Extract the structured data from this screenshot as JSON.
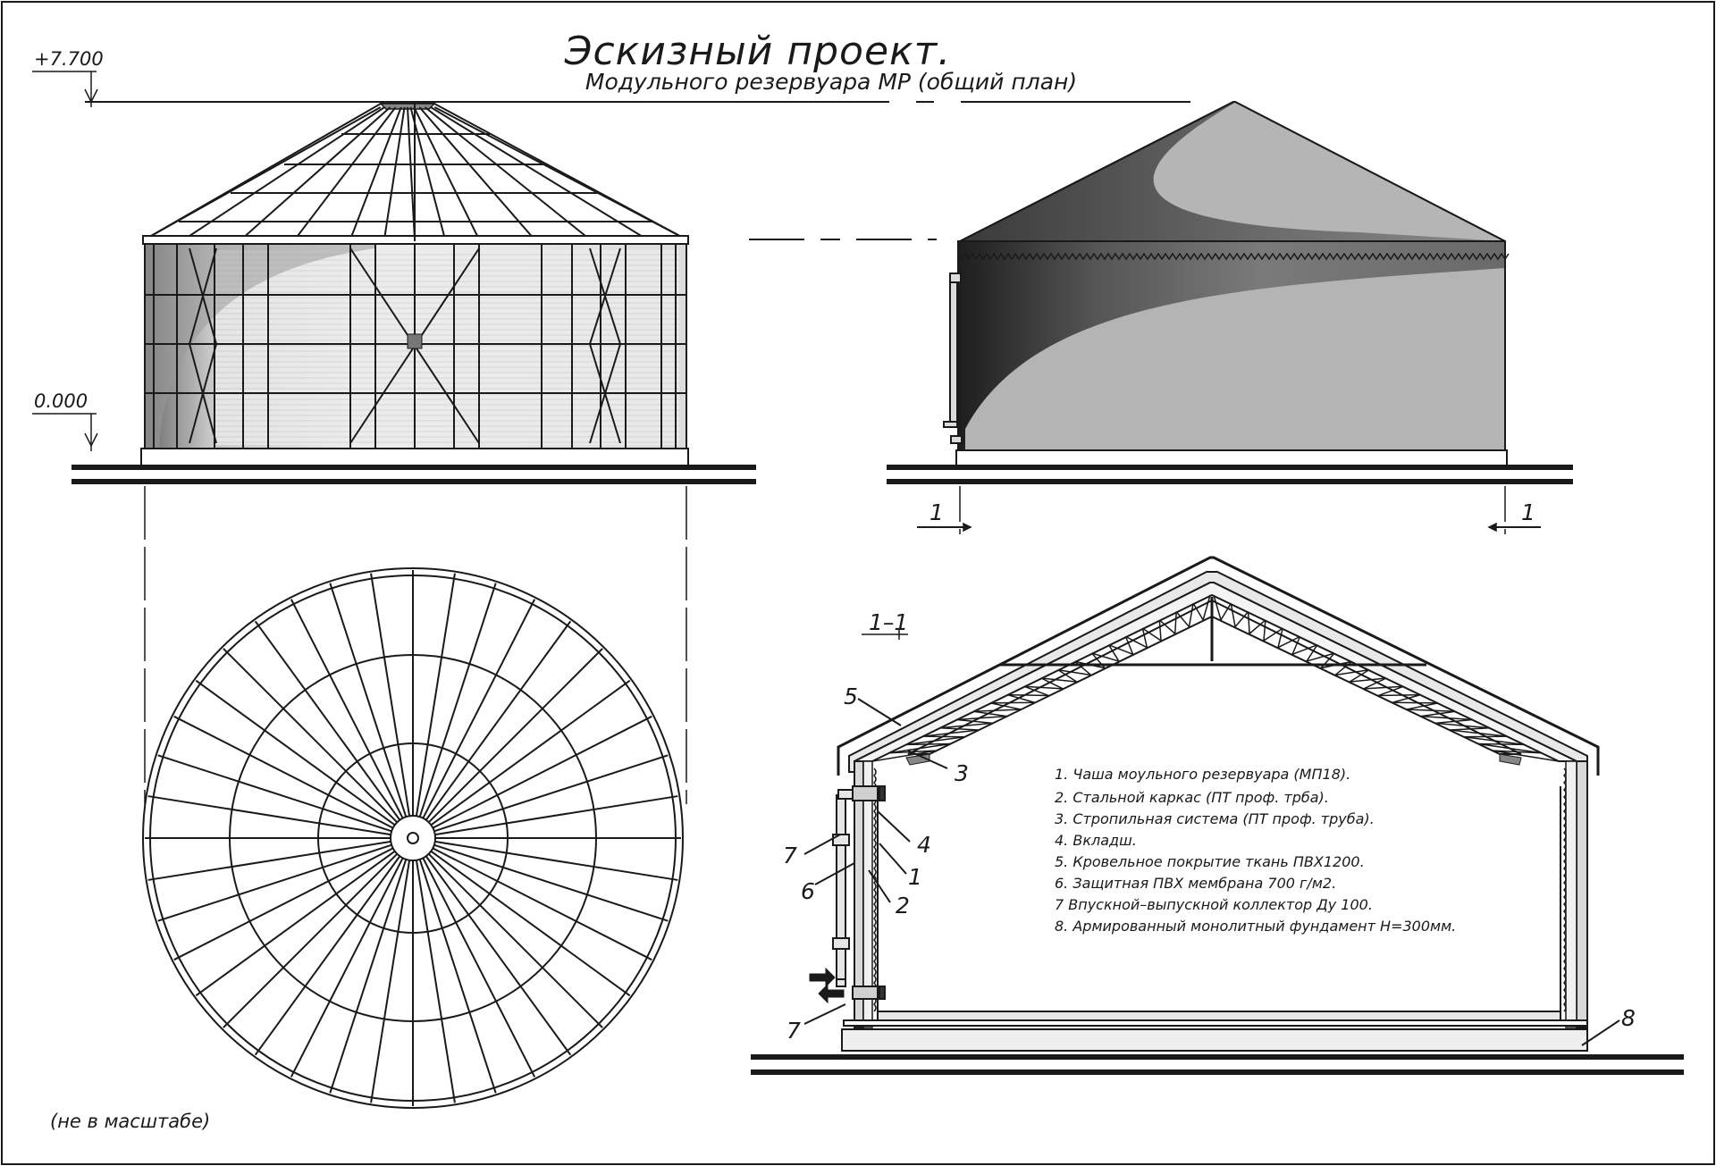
{
  "drawing": {
    "title": "Эскизный проект.",
    "subtitle": "Модульного резервуара МР (общий план)",
    "note": "(не в масштабе)"
  },
  "marks": {
    "top_level": "+7.700",
    "ground_level": "0.000"
  },
  "section": {
    "cut_label": "1",
    "cut_label_right": "1",
    "title": "1–1",
    "callouts": [
      "5",
      "3",
      "4",
      "7",
      "1",
      "6",
      "2",
      "7",
      "8"
    ],
    "legend": [
      "1. Чаша моульного резервуара (МП18).",
      "2. Стальной каркас (ПТ проф. трба).",
      "3. Стропильная система (ПТ проф. труба).",
      "4. Вкладш.",
      "5. Кровельное покрытие ткань ПВХ1200.",
      "6. Защитная ПВХ мембрана 700 г/м2.",
      "7 Впускной–выпускной коллектор Ду 100.",
      "8. Армированный монолитный фундамент Н=300мм."
    ]
  },
  "colors": {
    "line": "#1a1a1a",
    "panel": "#e6e6e6",
    "cover_light": "#b4b4b4",
    "cover_dark": "#2e2e2e"
  }
}
